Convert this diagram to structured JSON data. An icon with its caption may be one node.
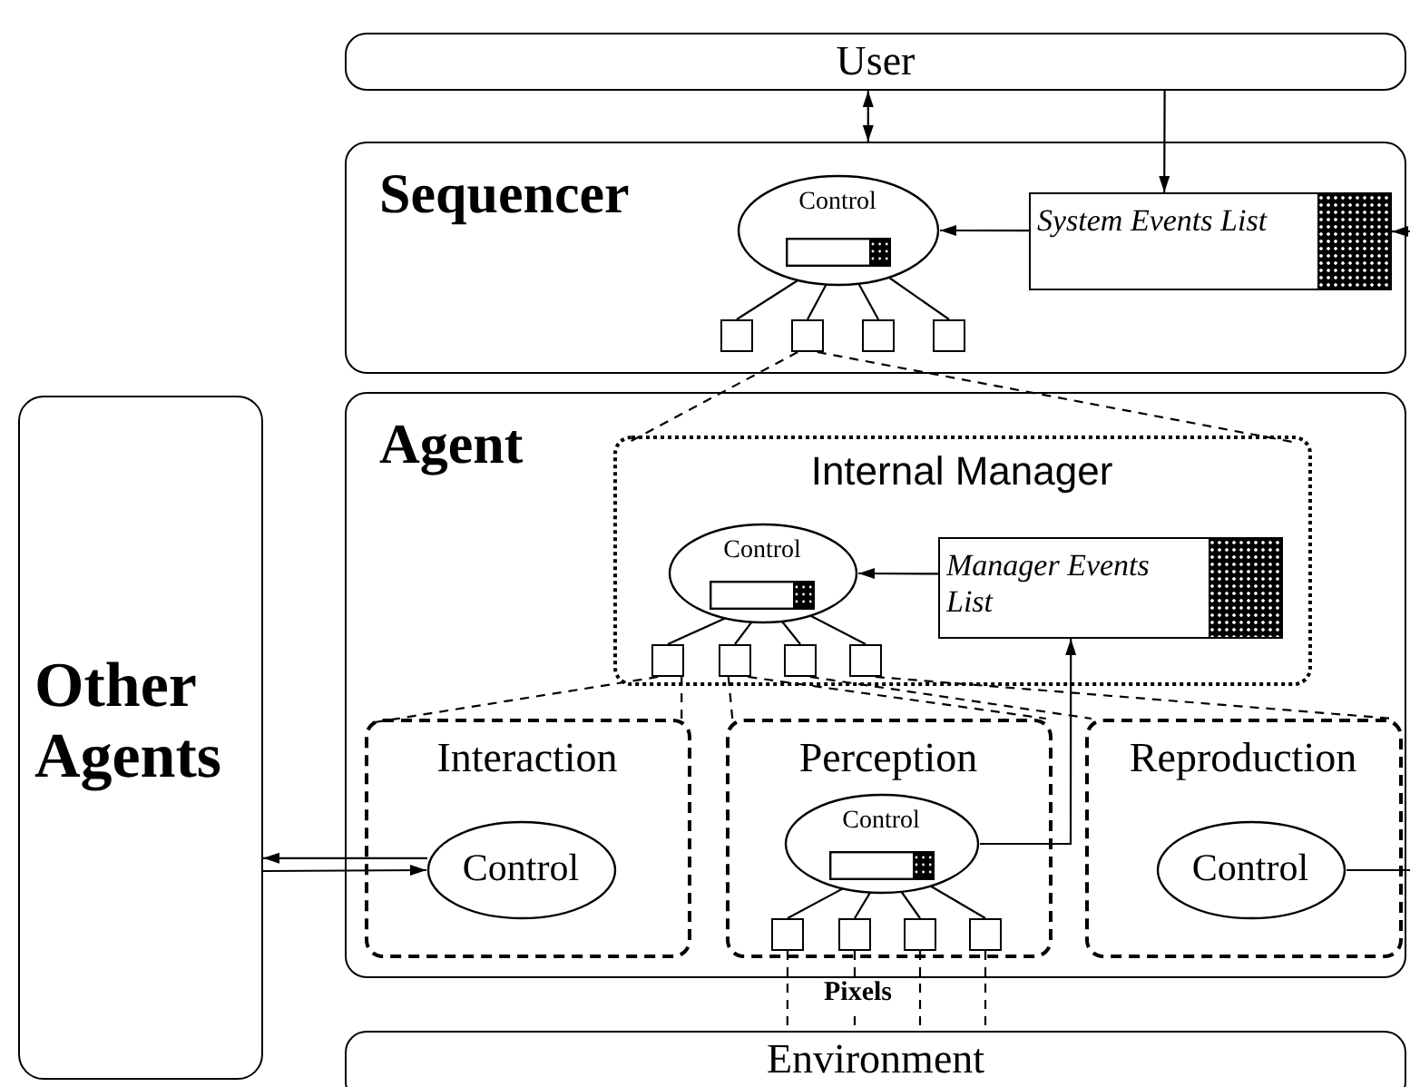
{
  "diagram": {
    "nodes": [
      {
        "text": [
          "User"
        ]
      },
      {
        "text": [
          "Sequencer"
        ]
      },
      {
        "text": [
          "Control"
        ],
        "in": 1
      },
      {
        "text": [
          "System Events List"
        ],
        "in": 1
      },
      {
        "text": [],
        "shape": "box",
        "in": 1
      },
      {
        "text": [],
        "shape": "box",
        "in": 1
      },
      {
        "text": [],
        "shape": "box",
        "in": 1
      },
      {
        "text": [],
        "shape": "box",
        "in": 1
      },
      {
        "text": [
          "Other Agents"
        ]
      },
      {
        "text": [
          "Agent"
        ]
      },
      {
        "text": [
          "Internal Manager"
        ],
        "in": 9
      },
      {
        "text": [
          "Control"
        ],
        "in": 10
      },
      {
        "text": [
          "Manager Events List"
        ],
        "in": 10
      },
      {
        "text": [],
        "shape": "box",
        "in": 10
      },
      {
        "text": [],
        "shape": "box",
        "in": 10
      },
      {
        "text": [],
        "shape": "box",
        "in": 10
      },
      {
        "text": [],
        "shape": "box",
        "in": 10
      },
      {
        "text": [
          "Interaction"
        ],
        "in": 9
      },
      {
        "text": [
          "Control"
        ],
        "in": 17
      },
      {
        "text": [
          "Perception"
        ],
        "in": 9
      },
      {
        "text": [
          "Control"
        ],
        "in": 19
      },
      {
        "text": [],
        "shape": "box",
        "in": 19
      },
      {
        "text": [],
        "shape": "box",
        "in": 19
      },
      {
        "text": [],
        "shape": "box",
        "in": 19
      },
      {
        "text": [],
        "shape": "box",
        "in": 19
      },
      {
        "text": [
          "Reproduction"
        ],
        "in": 9
      },
      {
        "text": [
          "Control"
        ],
        "in": 25
      },
      {
        "text": [
          "Environment"
        ]
      }
    ],
    "edges": [
      {
        "from": 0,
        "to": 1,
        "arrow": "both"
      },
      {
        "from": 0,
        "to": 3,
        "arrow": "to"
      },
      {
        "from": 3,
        "to": 2,
        "arrow": "to"
      },
      {
        "from": null,
        "to": 3,
        "arrow": "to"
      },
      {
        "from": 2,
        "to": 4,
        "arrow": "none"
      },
      {
        "from": 2,
        "to": 5,
        "arrow": "none"
      },
      {
        "from": 2,
        "to": 6,
        "arrow": "none"
      },
      {
        "from": 2,
        "to": 7,
        "arrow": "none"
      },
      {
        "from": 5,
        "to": 10,
        "arrow": "none",
        "style": "dashed"
      },
      {
        "from": 5,
        "to": 10,
        "arrow": "none",
        "style": "dashed"
      },
      {
        "from": 12,
        "to": 11,
        "arrow": "to"
      },
      {
        "from": 11,
        "to": 13,
        "arrow": "none"
      },
      {
        "from": 11,
        "to": 14,
        "arrow": "none"
      },
      {
        "from": 11,
        "to": 15,
        "arrow": "none"
      },
      {
        "from": 11,
        "to": 16,
        "arrow": "none"
      },
      {
        "from": 13,
        "to": 17,
        "arrow": "none",
        "style": "dashed"
      },
      {
        "from": 13,
        "to": 17,
        "arrow": "none",
        "style": "dashed"
      },
      {
        "from": 14,
        "to": 19,
        "arrow": "none",
        "style": "dashed"
      },
      {
        "from": 14,
        "to": 19,
        "arrow": "none",
        "style": "dashed"
      },
      {
        "from": 15,
        "to": 25,
        "arrow": "none",
        "style": "dashed"
      },
      {
        "from": 16,
        "to": 25,
        "arrow": "none",
        "style": "dashed"
      },
      {
        "from": 20,
        "to": 12,
        "arrow": "to"
      },
      {
        "from": 20,
        "to": 21,
        "arrow": "none"
      },
      {
        "from": 20,
        "to": 22,
        "arrow": "none"
      },
      {
        "from": 20,
        "to": 23,
        "arrow": "none"
      },
      {
        "from": 20,
        "to": 24,
        "arrow": "none"
      },
      {
        "from": 21,
        "to": 27,
        "arrow": "none",
        "style": "dashed"
      },
      {
        "from": 22,
        "to": 27,
        "arrow": "none",
        "style": "dashed"
      },
      {
        "from": 23,
        "to": 27,
        "arrow": "none",
        "style": "dashed"
      },
      {
        "from": 24,
        "to": 27,
        "arrow": "none",
        "style": "dashed"
      },
      {
        "from": 18,
        "to": 8,
        "arrow": "to"
      },
      {
        "from": 8,
        "to": 18,
        "arrow": "to"
      },
      {
        "from": 26,
        "to": null,
        "arrow": "none"
      }
    ],
    "labels": [
      "Pixels"
    ]
  }
}
